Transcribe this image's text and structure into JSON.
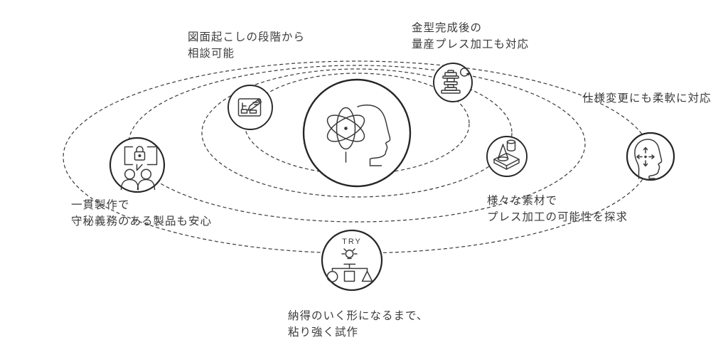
{
  "colors": {
    "background": "#ffffff",
    "line_stroke": "#3a3a3a",
    "circle_stroke": "#262626",
    "text": "#3b3b3b"
  },
  "center": {
    "icon": "atom-head-icon"
  },
  "satellites": [
    {
      "name": "consult-from-drawing-stage",
      "icon": "blueprint-pencil-icon",
      "line1": "図面起こしの段階から",
      "line2": "相談可能"
    },
    {
      "name": "mass-production-press-after-mold",
      "icon": "press-machine-repeat-icon",
      "line1": "金型完成後の",
      "line2": "量産プレス加工も対応"
    },
    {
      "name": "flexible-spec-changes",
      "icon": "head-arrows-icon",
      "line1": "仕様変更にも柔軟に対応",
      "line2": ""
    },
    {
      "name": "explore-various-materials",
      "icon": "materials-press-icon",
      "line1": "様々な素材で",
      "line2": "プレス加工の可能性を探求"
    },
    {
      "name": "integrated-confidential-production",
      "icon": "lock-people-icon",
      "line1": "一貫製作で",
      "line2": "守秘義務のある製品も安心"
    },
    {
      "name": "persistent-prototyping",
      "icon": "try-lightbulb-flowchart-icon",
      "badge": "TRY",
      "line1": "納得のいく形になるまで、",
      "line2": "粘り強く試作"
    }
  ]
}
